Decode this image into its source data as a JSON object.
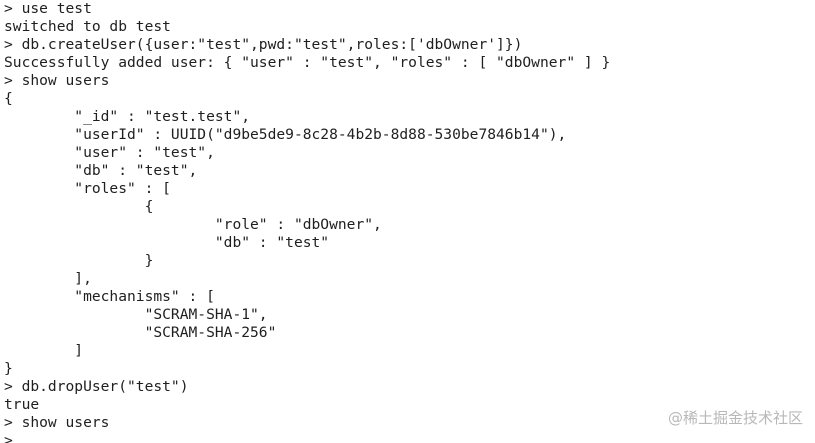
{
  "terminal": {
    "lines": [
      "> use test",
      "switched to db test",
      "> db.createUser({user:\"test\",pwd:\"test\",roles:['dbOwner']})",
      "Successfully added user: { \"user\" : \"test\", \"roles\" : [ \"dbOwner\" ] }",
      "> show users",
      "{",
      "        \"_id\" : \"test.test\",",
      "        \"userId\" : UUID(\"d9be5de9-8c28-4b2b-8d88-530be7846b14\"),",
      "        \"user\" : \"test\",",
      "        \"db\" : \"test\",",
      "        \"roles\" : [",
      "                {",
      "                        \"role\" : \"dbOwner\",",
      "                        \"db\" : \"test\"",
      "                }",
      "        ],",
      "        \"mechanisms\" : [",
      "                \"SCRAM-SHA-1\",",
      "                \"SCRAM-SHA-256\"",
      "        ]",
      "}",
      "> db.dropUser(\"test\")",
      "true",
      "> show users",
      ">"
    ]
  },
  "watermark": {
    "text": "@稀土掘金技术社区"
  }
}
